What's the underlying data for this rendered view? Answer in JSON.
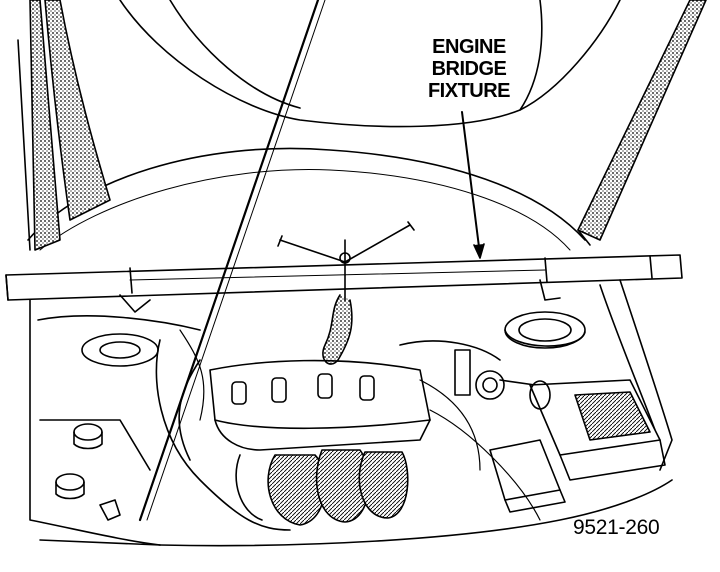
{
  "callout": {
    "line1": "ENGINE",
    "line2": "BRIDGE",
    "line3": "FIXTURE"
  },
  "figure_id": "9521-260",
  "colors": {
    "ink": "#000000",
    "paper": "#ffffff"
  }
}
